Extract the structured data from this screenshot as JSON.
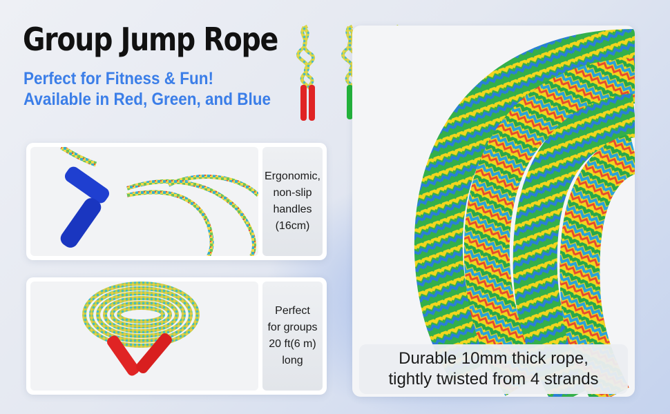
{
  "header": {
    "title": "Group Jump Rope",
    "subtitle_line1": "Perfect for Fitness & Fun!",
    "subtitle_line2": "Available in Red, Green, and Blue"
  },
  "features": [
    {
      "lines": [
        "Ergonomic,",
        "non-slip",
        "handles",
        "(16cm)"
      ]
    },
    {
      "lines": [
        "Perfect",
        "for groups",
        "20 ft(6 m)",
        "long"
      ]
    }
  ],
  "main_feature": {
    "line1": "Durable 10mm thick rope,",
    "line2": "tightly twisted from 4 strands"
  },
  "colors": {
    "accent_blue": "#3b7ee8",
    "handle_red": "#e02424",
    "handle_green": "#22b33a",
    "handle_blue": "#1f3fd0"
  }
}
